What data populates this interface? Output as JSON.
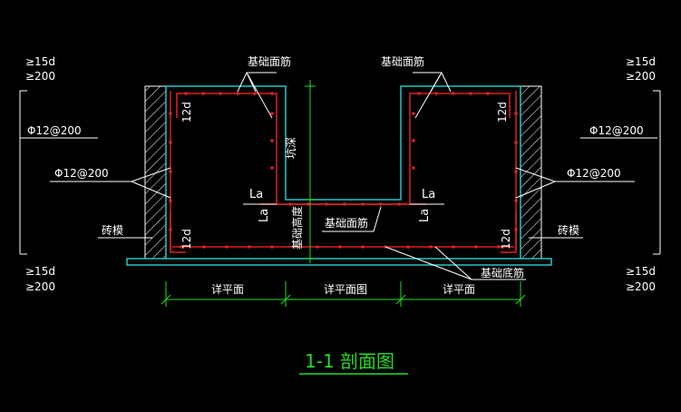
{
  "colors": {
    "background": "#000000",
    "concrete": "#26c6c6",
    "rebar": "#e02020",
    "annotation": "#ffffff",
    "dimension": "#22dd22",
    "title": "#22dd22"
  },
  "labels": {
    "top_rebar_left": "基础面筋",
    "top_rebar_right": "基础面筋",
    "top_rebar_center": "基础面筋",
    "bottom_rebar": "基础底筋",
    "stirrup_left_upper": "Φ12@200",
    "stirrup_left_lower": "Φ12@200",
    "stirrup_right_upper": "Φ12@200",
    "stirrup_right_lower": "Φ12@200",
    "brick_mold_left": "砖模",
    "brick_mold_right": "砖模",
    "hook_12d_tl": "12d",
    "hook_12d_tr": "12d",
    "hook_12d_bl": "12d",
    "hook_12d_br": "12d",
    "la_left_h": "La",
    "la_left_v": "La",
    "la_right_h": "La",
    "la_right_v": "La",
    "pit_depth": "坑深",
    "foundation_height": "基础高度",
    "anchor_tl_1": "≥15d",
    "anchor_tl_2": "≥200",
    "anchor_tr_1": "≥15d",
    "anchor_tr_2": "≥200",
    "anchor_bl_1": "≥15d",
    "anchor_bl_2": "≥200",
    "anchor_br_1": "≥15d",
    "anchor_br_2": "≥200"
  },
  "dimensions": {
    "left": "详平面",
    "middle": "详平面图",
    "right": "详平面"
  },
  "title": "1-1  剖面图"
}
